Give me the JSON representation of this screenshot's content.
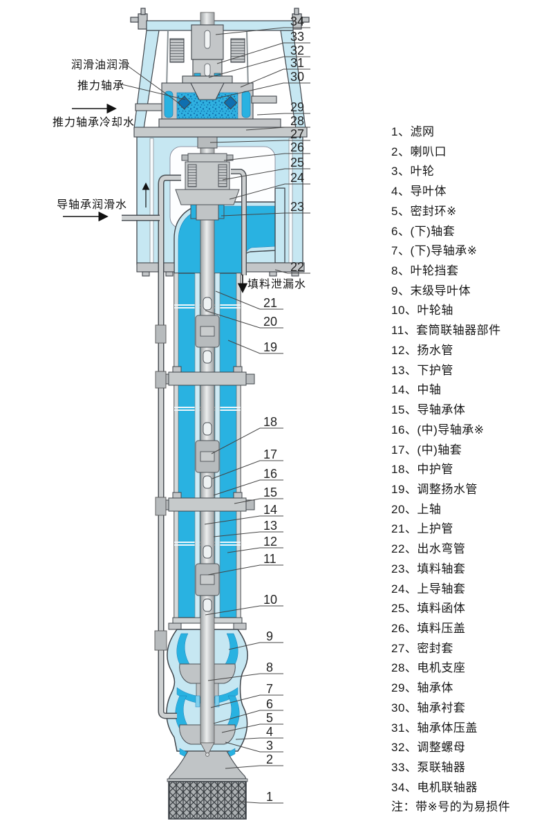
{
  "figure": {
    "type": "vertical-long-shaft-pump-cross-section",
    "colors": {
      "water": "#29b2e1",
      "casing": "#c6e7f2",
      "metal": "#c3c6c8",
      "outline": "#3f444a"
    }
  },
  "annotations": {
    "lube_oil": "润滑油润滑",
    "thrust_bearing": "推力轴承",
    "thrust_cooling": "推力轴承冷却水",
    "guide_lube": "导轴承润滑水",
    "packing_leak": "填料泄漏水"
  },
  "callouts": {
    "c1": "1",
    "c2": "2",
    "c3": "3",
    "c4": "4",
    "c5": "5",
    "c6": "6",
    "c7": "7",
    "c8": "8",
    "c9": "9",
    "c10": "10",
    "c11": "11",
    "c12": "12",
    "c13": "13",
    "c14": "14",
    "c15": "15",
    "c16": "16",
    "c17": "17",
    "c18": "18",
    "c19": "19",
    "c20": "20",
    "c21": "21",
    "c22": "22",
    "c23": "23",
    "c24": "24",
    "c25": "25",
    "c26": "26",
    "c27": "27",
    "c28": "28",
    "c29": "29",
    "c30": "30",
    "c31": "31",
    "c32": "32",
    "c33": "33",
    "c34": "34"
  },
  "legend": {
    "items": [
      "1、滤网",
      "2、喇叭口",
      "3、叶轮",
      "4、导叶体",
      "5、密封环※",
      "6、(下)轴套",
      "7、(下)导轴承※",
      "8、叶轮挡套",
      "9、末级导叶体",
      "10、叶轮轴",
      "11、套筒联轴器部件",
      "12、扬水管",
      "13、下护管",
      "14、中轴",
      "15、导轴承体",
      "16、(中)导轴承※",
      "17、(中)轴套",
      "18、中护管",
      "19、调整扬水管",
      "20、上轴",
      "21、上护管",
      "22、出水弯管",
      "23、填料轴套",
      "24、上导轴套",
      "25、填料函体",
      "26、填料压盖",
      "27、密封套",
      "28、电机支座",
      "29、轴承体",
      "30、轴承衬套",
      "31、轴承体压盖",
      "32、调整螺母",
      "33、泵联轴器",
      "34、电机联轴器"
    ],
    "note": "注：带※号的为易损件"
  }
}
